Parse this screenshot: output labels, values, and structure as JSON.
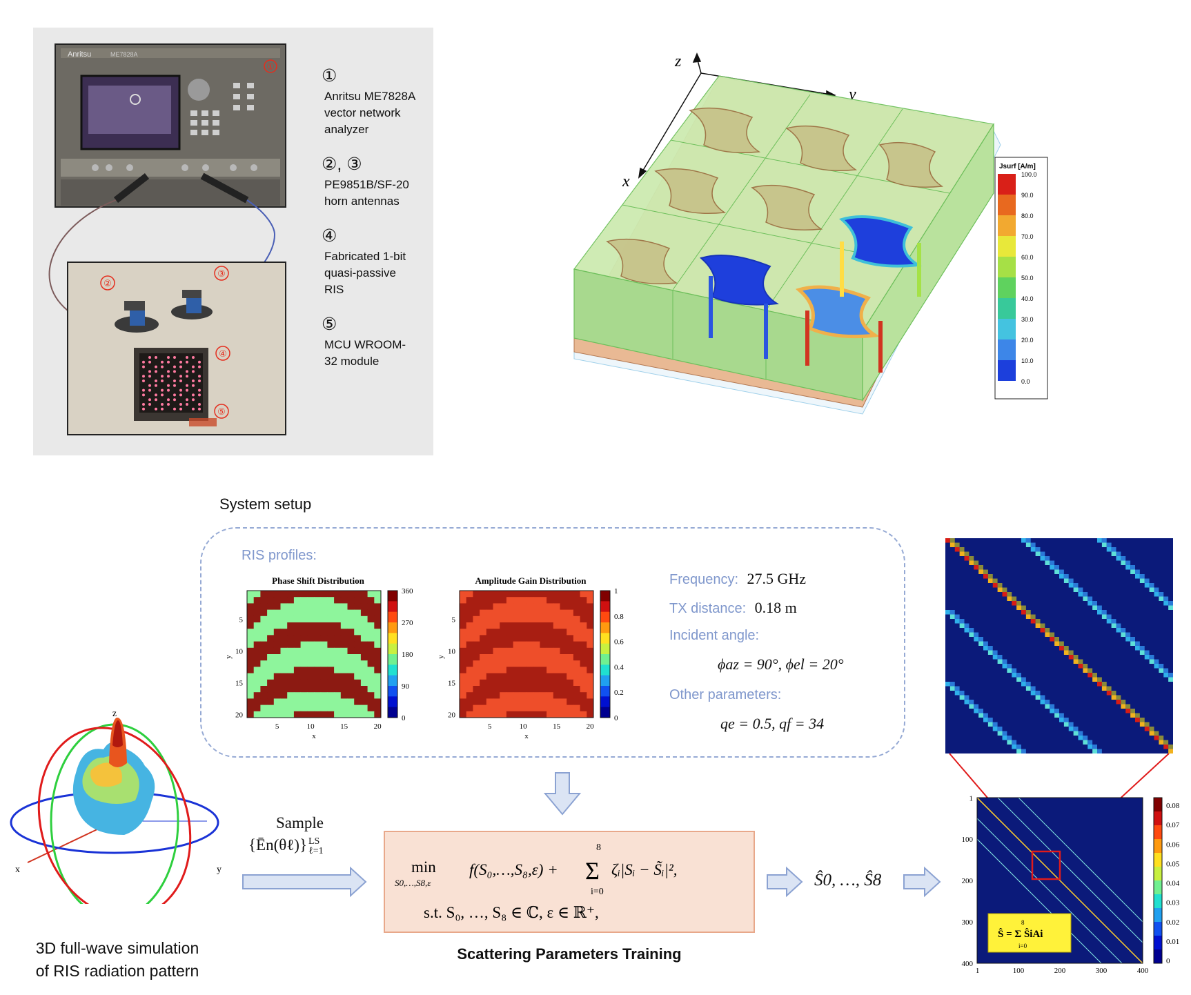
{
  "legend": [
    {
      "num": "①",
      "text": [
        "Anritsu ME7828A",
        "vector network",
        "analyzer"
      ]
    },
    {
      "num": "②, ③",
      "text": [
        "PE9851B/SF-20",
        "horn antennas"
      ]
    },
    {
      "num": "④",
      "text": [
        "Fabricated 1-bit",
        "quasi-passive",
        "RIS"
      ]
    },
    {
      "num": "⑤",
      "text": [
        "MCU WROOM-",
        "32 module"
      ]
    }
  ],
  "photo_markers": [
    "①",
    "②",
    "③",
    "④",
    "⑤"
  ],
  "photo_branding": {
    "vna": "Anritsu",
    "vna_model": "ME7828A"
  },
  "sim3d": {
    "axes": {
      "z": "z",
      "y": "y",
      "x": "x"
    },
    "colorbar": {
      "title": "Jsurf [A/m]",
      "ticks": [
        "100.0",
        "90.0",
        "80.0",
        "70.0",
        "60.0",
        "50.0",
        "40.0",
        "30.0",
        "20.0",
        "10.0",
        "0.0"
      ]
    }
  },
  "setup": {
    "title": "System setup",
    "ris_profiles_label": "RIS profiles:",
    "frequency_label": "Frequency:",
    "frequency_value": "27.5 GHz",
    "tx_label": "TX distance:",
    "tx_value": "0.18 m",
    "angle_label": "Incident angle:",
    "angle_value": "ϕaz = 90°,  ϕel = 20°",
    "other_label": "Other parameters:",
    "other_value": "qe = 0.5,  qf = 34"
  },
  "heatmaps": [
    {
      "title": "Phase Shift Distribution",
      "xlabel": "x",
      "ylabel": "y",
      "xticks": [
        "5",
        "10",
        "15",
        "20"
      ],
      "yticks": [
        "5",
        "10",
        "15",
        "20"
      ],
      "cbar_ticks": [
        "360",
        "270",
        "180",
        "90",
        "0"
      ],
      "colors": [
        "#8ef59c",
        "#8c1a12"
      ]
    },
    {
      "title": "Amplitude Gain Distribution",
      "xlabel": "x",
      "ylabel": "y",
      "xticks": [
        "5",
        "10",
        "15",
        "20"
      ],
      "yticks": [
        "5",
        "10",
        "15",
        "20"
      ],
      "cbar_ticks": [
        "1",
        "0.8",
        "0.6",
        "0.4",
        "0.2",
        "0"
      ],
      "colors": [
        "#ee4e2a",
        "#a81e12"
      ]
    }
  ],
  "pattern": {
    "axes": {
      "z": "z",
      "x": "x",
      "y": "y"
    },
    "caption": [
      "3D full-wave simulation",
      "of RIS radiation pattern"
    ]
  },
  "sample": {
    "label": "Sample",
    "formula": "{Ēn(θℓ)}",
    "sup": "LS",
    "sub": "ℓ=1"
  },
  "training": {
    "line1": "min   f(S0,…,S8,ε) + Σ ζi|Si − S̃i|²,",
    "min_sub": "S0,…,S8,ε",
    "sum_top": "8",
    "sum_bot": "i=0",
    "line2": "s.t.   S0,…,S8 ∈ ℂ,  ε ∈ ℝ⁺,",
    "caption": "Scattering Parameters Training",
    "output": "Ŝ0, …, Ŝ8"
  },
  "smatrix": {
    "xticks": [
      "1",
      "100",
      "200",
      "300",
      "400"
    ],
    "yticks": [
      "1",
      "100",
      "200",
      "300",
      "400"
    ],
    "cbar_ticks": [
      "0.08",
      "0.07",
      "0.06",
      "0.05",
      "0.04",
      "0.03",
      "0.02",
      "0.01",
      "0"
    ],
    "formula": "Ŝ = Σ ŜiAi",
    "sum_top": "8",
    "sum_bot": "i=0"
  }
}
